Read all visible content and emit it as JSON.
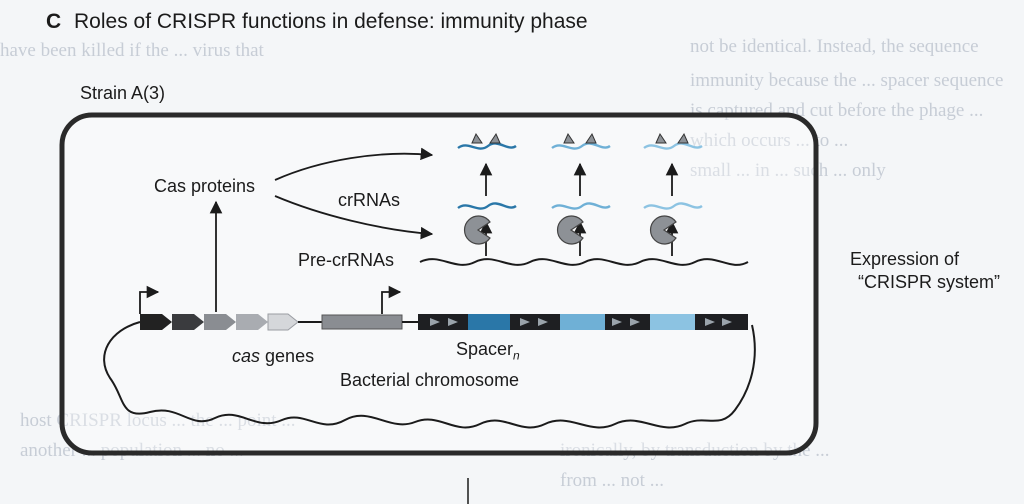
{
  "panel": {
    "letter": "C",
    "title": "Roles of CRISPR functions in defense: immunity phase"
  },
  "strain_label": "Strain A(3)",
  "labels": {
    "cas_proteins": "Cas proteins",
    "crrnas": "crRNAs",
    "pre_crrnas": "Pre-crRNAs",
    "cas_genes": "cas",
    "cas_genes_suffix": "genes",
    "spacer": "Spacer",
    "spacer_subscript": "n",
    "bacterial_chromosome": "Bacterial chromosome",
    "expression_line1": "Expression of",
    "expression_line2": "“CRISPR system”"
  },
  "background_text": [
    "not be identical. Instead, the sequence",
    "have been killed if the ... virus that",
    "immunity because the ... spacer sequence",
    "is captured and cut before the phage ...",
    "which occurs ... to ...",
    "small ... in ... such ... only",
    "host CRISPR locus ... the ... point ...",
    "another ... population ... no ...",
    "ironically, by transduction by the ... ",
    "from ... not ..."
  ],
  "colors": {
    "outline": "#2a2a2a",
    "spacer_blue": "#6fb0d6",
    "crrna_blue": "#5aa8d8",
    "gene_dark": "#222222",
    "gene_gray": "#8a8d92",
    "gene_light": "#c9cbcf",
    "cas_protein": "#8d9196"
  }
}
